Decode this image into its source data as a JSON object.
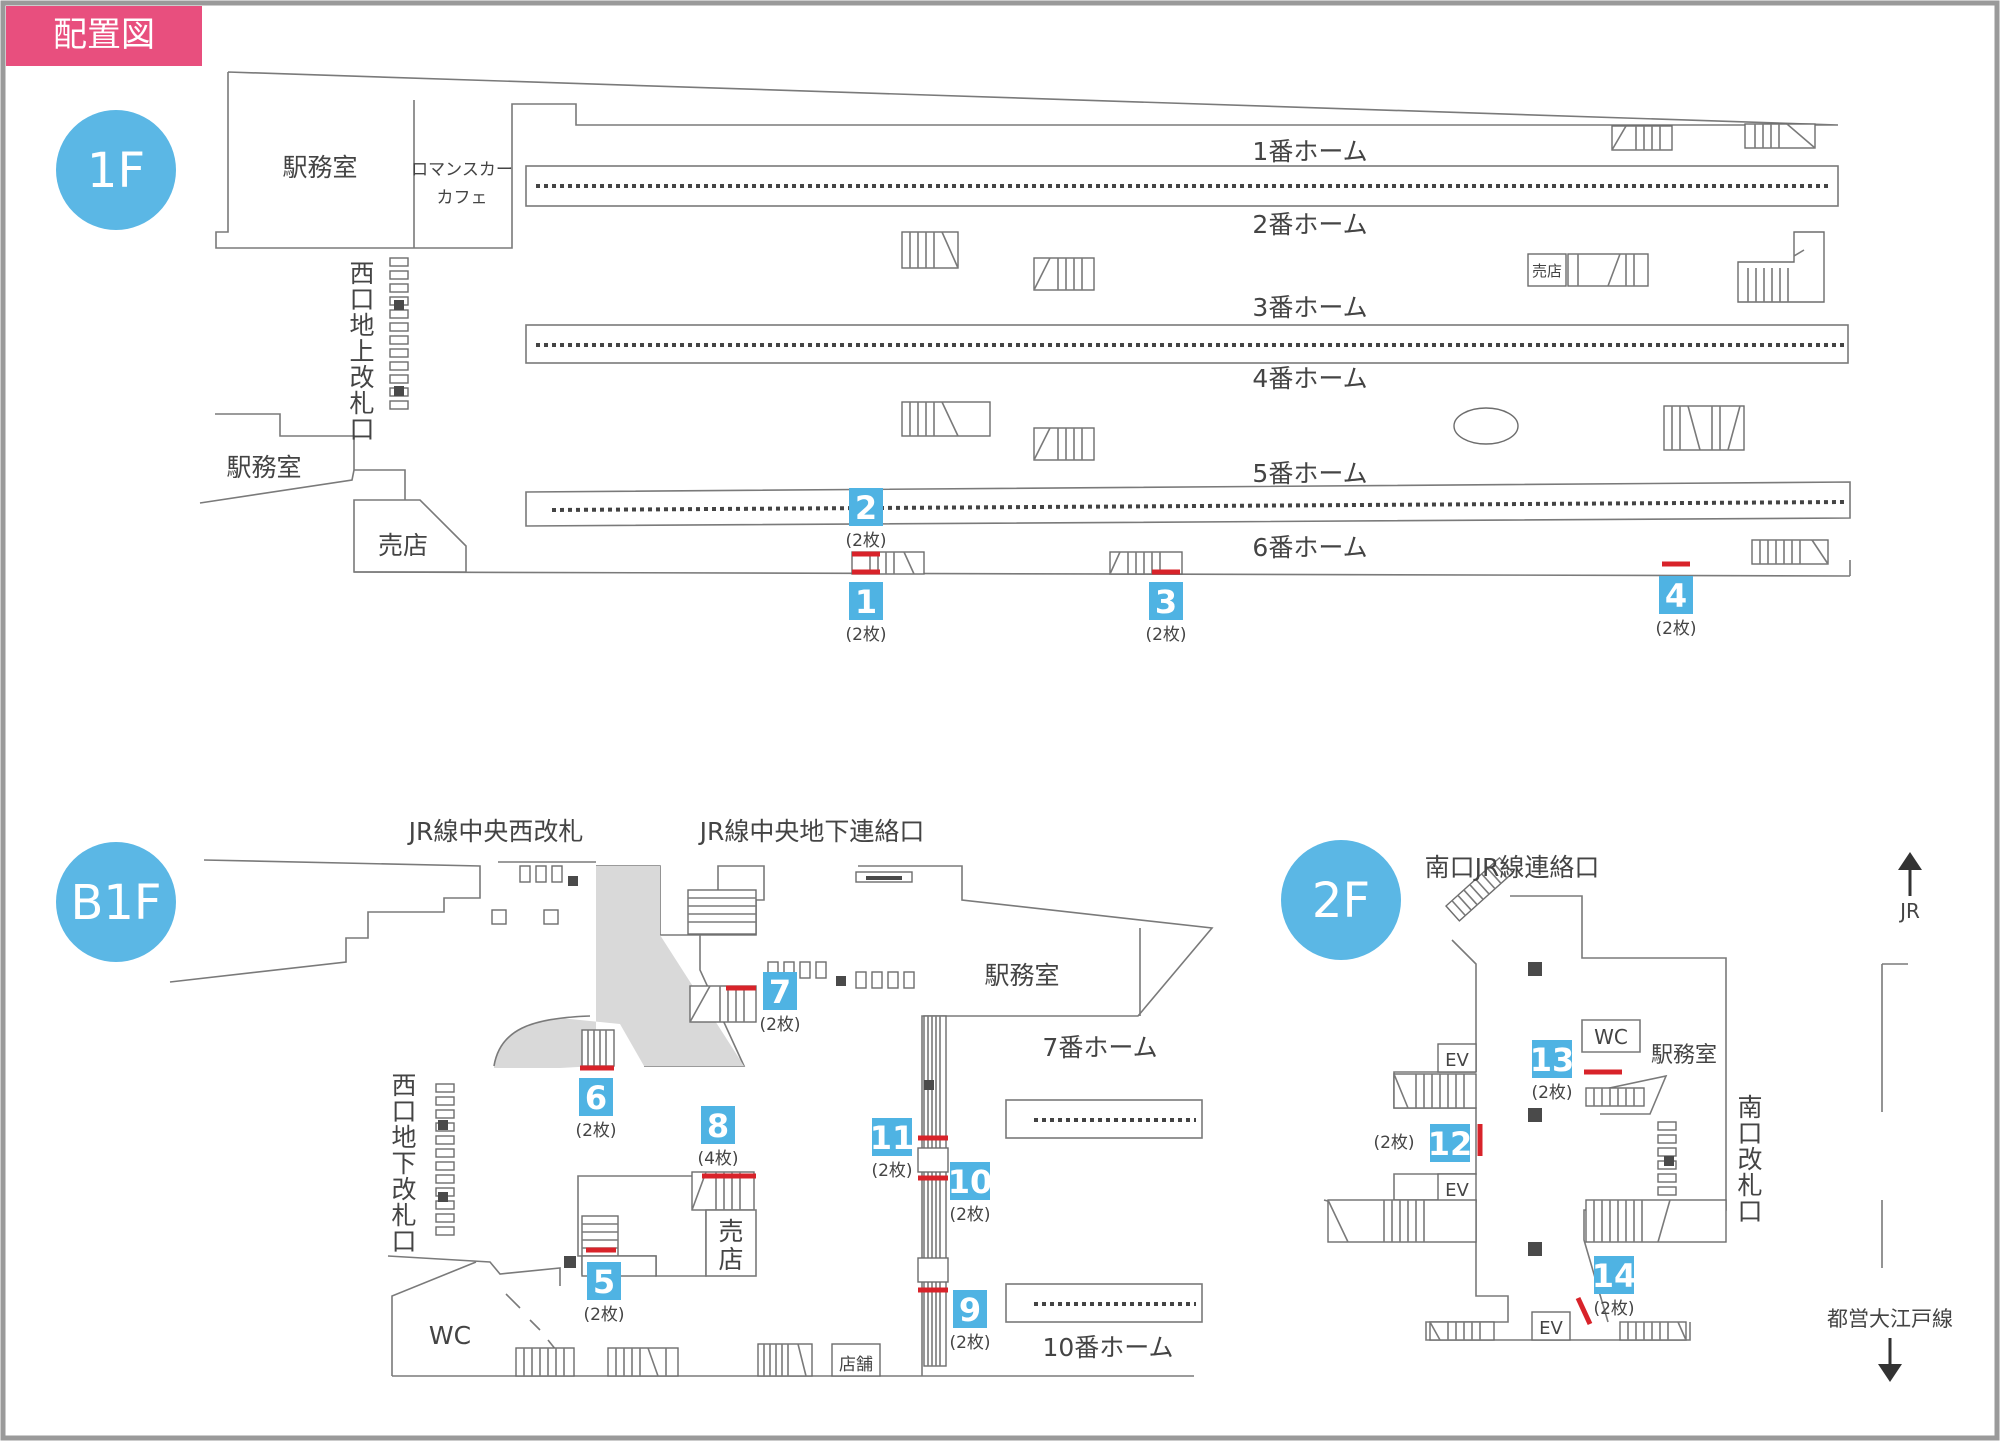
{
  "title": "配置図",
  "colors": {
    "title_bg": "#e84f7e",
    "floor_circle": "#5bb7e5",
    "badge": "#4fb3e3",
    "slot_marker": "#d8232a",
    "line": "#7a7a7a",
    "frame": "#9a9a9a"
  },
  "floors": [
    {
      "label": "1F",
      "areas": {
        "station_office": "駅務室",
        "romance_car_cafe": "ロマンスカー\nカフェ",
        "west_gate": "西口地上改札口",
        "station_office_2": "駅務室",
        "kiosk": "売店",
        "kiosk_small": "売店"
      },
      "platforms": [
        "1番ホーム",
        "2番ホーム",
        "3番ホーム",
        "4番ホーム",
        "5番ホーム",
        "6番ホーム"
      ],
      "locations": [
        {
          "number": "1",
          "count": "(2枚)"
        },
        {
          "number": "2",
          "count": "(2枚)"
        },
        {
          "number": "3",
          "count": "(2枚)"
        },
        {
          "number": "4",
          "count": "(2枚)"
        }
      ]
    },
    {
      "label": "B1F",
      "areas": {
        "jr_central_west_gate": "JR線中央西改札",
        "jr_central_underground_link": "JR線中央地下連絡口",
        "station_office": "駅務室",
        "platform_7": "7番ホーム",
        "platform_10": "10番ホーム",
        "west_underground_gate": "西口地下改札口",
        "kiosk": "売店",
        "shop": "店舗",
        "wc": "WC"
      },
      "locations": [
        {
          "number": "5",
          "count": "(2枚)"
        },
        {
          "number": "6",
          "count": "(2枚)"
        },
        {
          "number": "7",
          "count": "(2枚)"
        },
        {
          "number": "8",
          "count": "(4枚)"
        },
        {
          "number": "9",
          "count": "(2枚)"
        },
        {
          "number": "10",
          "count": "(2枚)"
        },
        {
          "number": "11",
          "count": "(2枚)"
        }
      ]
    },
    {
      "label": "2F",
      "areas": {
        "south_jr_link": "南口JR線連絡口",
        "wc": "WC",
        "station_office": "駅務室",
        "south_gate": "南口改札口",
        "ev_1": "EV",
        "ev_2": "EV",
        "ev_3": "EV"
      },
      "locations": [
        {
          "number": "12",
          "count": "(2枚)"
        },
        {
          "number": "13",
          "count": "(2枚)"
        },
        {
          "number": "14",
          "count": "(2枚)"
        }
      ]
    }
  ],
  "directions": {
    "up": "JR",
    "down": "都営大江戸線"
  }
}
